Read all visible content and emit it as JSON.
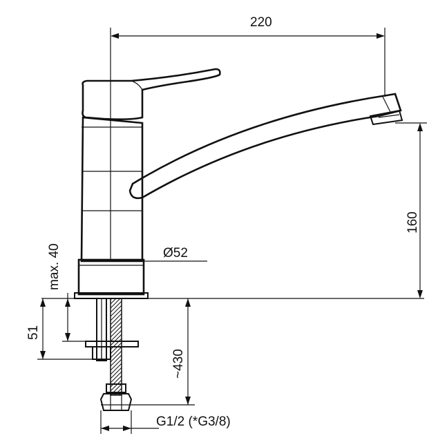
{
  "dimensions": {
    "width": "220",
    "height": "160",
    "base_diameter": "Ø52",
    "max_thickness": "max. 40",
    "shank_length": "51",
    "hose_length": "~430",
    "connection": "G1/2 (*G3/8)"
  }
}
